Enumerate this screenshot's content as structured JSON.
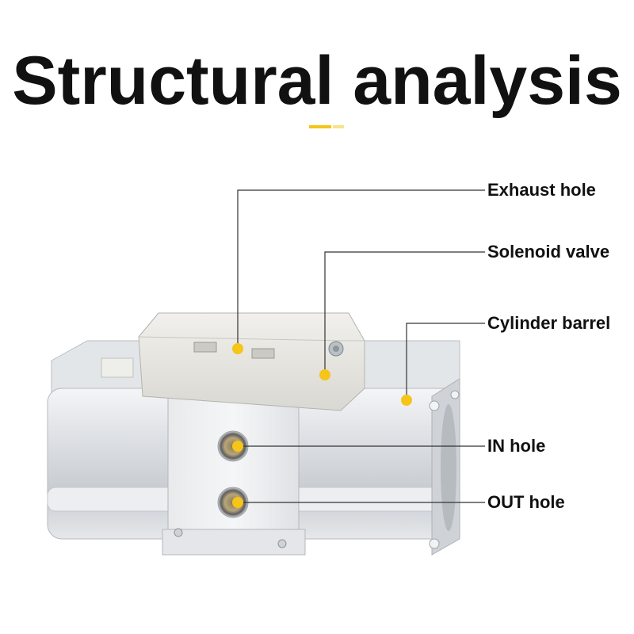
{
  "title": "Structural analysis",
  "labels": {
    "exhaust": "Exhaust hole",
    "solenoid": "Solenoid valve",
    "barrel": "Cylinder barrel",
    "in": "IN hole",
    "out": "OUT hole"
  },
  "colors": {
    "accent": "#f5c518",
    "leader": "#333333",
    "metal": "#d6d9dd",
    "valve_body": "#e9e8e3"
  }
}
